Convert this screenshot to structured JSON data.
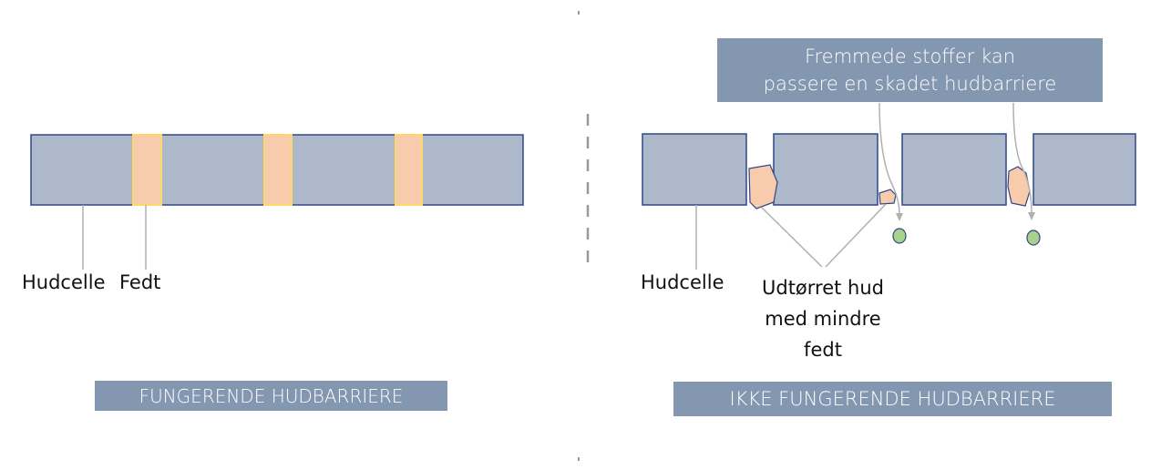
{
  "colors": {
    "cell_fill": "#adb9ca",
    "cell_stroke": "#2f4787",
    "fat_fill": "#f8cbad",
    "fat_stroke": "#ffd966",
    "damaged_fat_stroke": "#2f4787",
    "particle_fill": "#a9d18e",
    "particle_stroke": "#2f4787",
    "banner_fill": "#8497b0",
    "leader_line": "#b0b0b0",
    "divider": "#999999"
  },
  "left_panel": {
    "labels": {
      "cell": "Hudcelle",
      "fat": "Fedt"
    },
    "banner": "FUNGERENDE HUDBARRIERE"
  },
  "right_panel": {
    "labels": {
      "cell": "Hudcelle",
      "dried_skin": [
        "Udtørret hud",
        "med mindre",
        "fedt"
      ]
    },
    "callout": [
      "Fremmede stoffer kan",
      "passere en skadet hudbarriere"
    ],
    "banner": "IKKE FUNGERENDE HUDBARRIERE"
  }
}
